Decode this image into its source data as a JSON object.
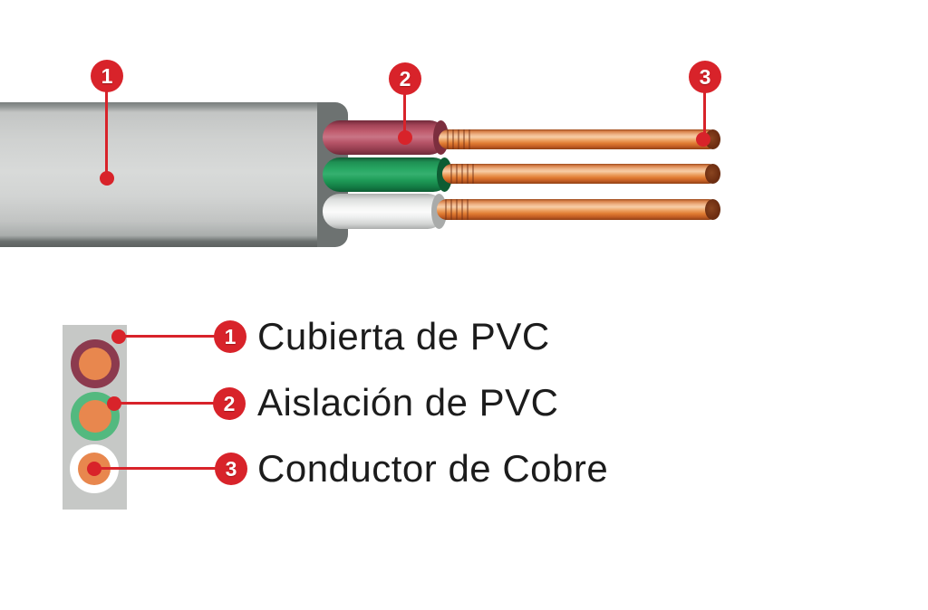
{
  "legend": {
    "items": [
      {
        "number": "1",
        "label": "Cubierta de PVC"
      },
      {
        "number": "2",
        "label": "Aislación de PVC"
      },
      {
        "number": "3",
        "label": "Conductor de Cobre"
      }
    ]
  },
  "colors": {
    "accent_red": "#d8232a",
    "jacket_gray": "#ced0cf",
    "cut_face_gray": "#6d7271",
    "insulation_red": "#b8556a",
    "insulation_green": "#23a05c",
    "insulation_white": "#f2f2f2",
    "copper": "#e07b36",
    "copper_end": "#6e2d13",
    "cross_section_bg": "#c6c8c6",
    "cross_section_ring_red": "#8c3a4e",
    "cross_section_ring_green": "#53b97f",
    "cross_section_ring_white": "#ffffff",
    "cross_section_core_orange": "#e8874e",
    "text": "#1c1c1c"
  }
}
